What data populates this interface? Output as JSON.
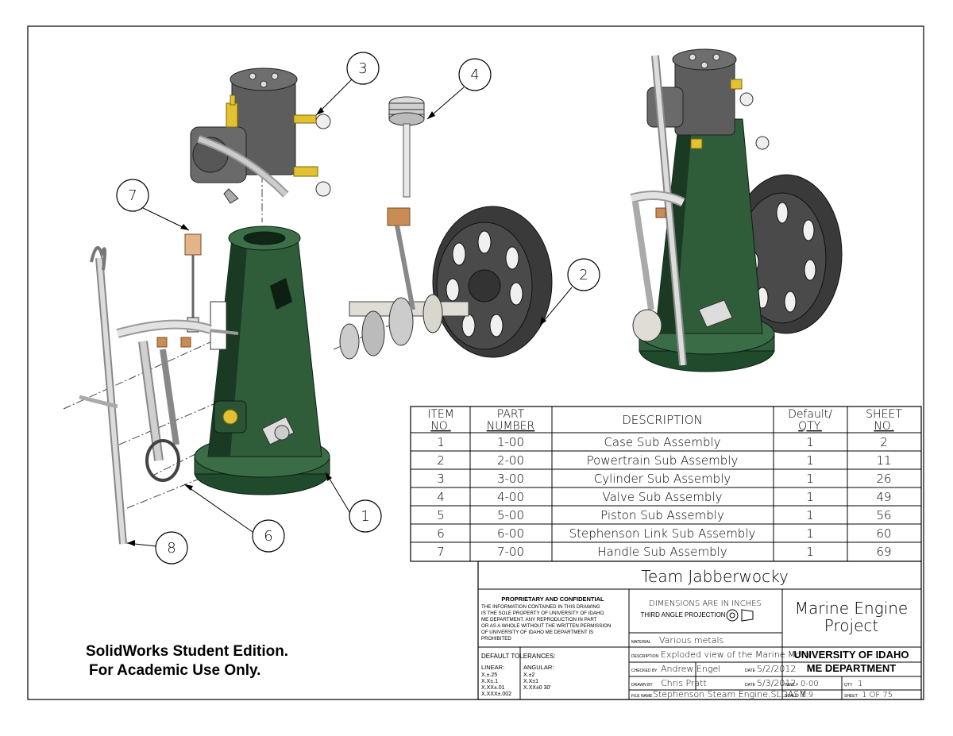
{
  "watermark": {
    "line1": "SolidWorks Student Edition.",
    "line2": "For Academic Use Only."
  },
  "balloons": [
    {
      "label": "1"
    },
    {
      "label": "2"
    },
    {
      "label": "3"
    },
    {
      "label": "4"
    },
    {
      "label": "6"
    },
    {
      "label": "7"
    },
    {
      "label": "8"
    }
  ],
  "bom": {
    "headers": [
      {
        "line1": "ITEM",
        "line2": "NO."
      },
      {
        "line1": "PART",
        "line2": "NUMBER"
      },
      {
        "line1": "DESCRIPTION",
        "line2": ""
      },
      {
        "line1": "Default/",
        "line2": "QTY."
      },
      {
        "line1": "SHEET",
        "line2": "NO."
      }
    ],
    "rows": [
      [
        "1",
        "1-00",
        "Case Sub Assembly",
        "1",
        "2"
      ],
      [
        "2",
        "2-00",
        "Powertrain Sub Assembly",
        "1",
        "11"
      ],
      [
        "3",
        "3-00",
        "Cylinder Sub Assembly",
        "1",
        "26"
      ],
      [
        "4",
        "4-00",
        "Valve Sub Assembly",
        "1",
        "49"
      ],
      [
        "5",
        "5-00",
        "Piston Sub Assembly",
        "1",
        "56"
      ],
      [
        "6",
        "6-00",
        "Stephenson Link Sub Assembly",
        "1",
        "60"
      ],
      [
        "7",
        "7-00",
        "Handle Sub Assembly",
        "1",
        "69"
      ]
    ]
  },
  "title_block": {
    "team": "Team Jabberwocky",
    "proprietary": {
      "heading": "PROPRIETARY AND CONFIDENTIAL",
      "lines": [
        "THE INFORMATION CONTAINED IN THIS DRAWING",
        "IS THE SOLE PROPERTY OF UNIVERSITY OF IDAHO",
        "ME DEPARTMENT. ANY REPRODUCTION IN PART",
        "OR AS A WHOLE WITHOUT THE WRITTEN PERMISSION",
        "OF UNIVERSITY OF IDAHO ME DEPARTMENT IS",
        "PROHIBITED"
      ]
    },
    "dimensions": {
      "line1": "DIMENSIONS ARE IN INCHES",
      "line2": "THIRD ANGLE PROJECTION"
    },
    "project": {
      "line1": "Marine Engine",
      "line2": "Project"
    },
    "material": {
      "label": "MATERIAL",
      "value": "Various metals"
    },
    "tolerances": {
      "heading": "DEFAULT TOLERANCES:",
      "linear_label": "LINEAR:",
      "linear": [
        "X.±.25",
        "X.X±.1",
        "X.XX±.01",
        "X.XXX±.002"
      ],
      "angular_label": "ANGULAR:",
      "angular": [
        "X.±2",
        "X.X±1",
        "X.XX±0 30'"
      ]
    },
    "description": {
      "label": "DESCRIPTION",
      "value": "Exploded view of the Marine Motor"
    },
    "checked": {
      "label": "CHECKED BY",
      "value": "Andrew Engel",
      "date_label": "DATE",
      "date": "5/2/2012"
    },
    "drawn": {
      "label": "DRAWN BY",
      "value": "Chris Pratt",
      "date_label": "DATE",
      "date": "5/3/2012"
    },
    "file": {
      "label": "FILE NAME",
      "value": "Stephenson Steam Engine.SLDASM"
    },
    "university": {
      "line1": "UNIVERSITY OF IDAHO",
      "line2": "ME DEPARTMENT"
    },
    "part": {
      "label": "PART #",
      "value": "0-00"
    },
    "qty": {
      "label": "QTY",
      "value": "1"
    },
    "scale": {
      "label": "SCALE",
      "value": "1:9"
    },
    "sheet": {
      "label": "SHEET",
      "value": "1 OF 75"
    }
  },
  "colors": {
    "frame": "#000000",
    "case_green": "#2f5d3a",
    "case_dark": "#1b3a24",
    "cylinder_gray": "#5d5d5d",
    "wheel_dark": "#3a3a3a",
    "steel": "#c9c6c0",
    "brass": "#e2c230",
    "copper": "#c98c55"
  }
}
